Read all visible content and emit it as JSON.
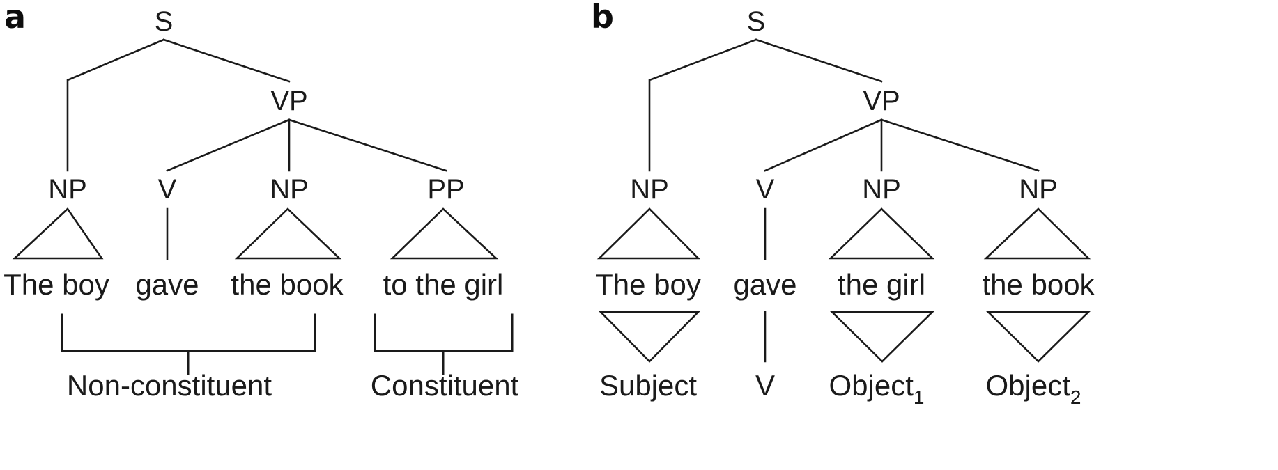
{
  "figure": {
    "background_color": "#ffffff",
    "line_color": "#1a1a1a",
    "text_color": "#1a1a1a"
  },
  "panels": [
    {
      "letter": "a",
      "root_label": "S",
      "vp_label": "VP",
      "nodes": [
        {
          "label": "NP"
        },
        {
          "label": "V"
        },
        {
          "label": "NP"
        },
        {
          "label": "PP"
        }
      ],
      "words": [
        "The boy",
        "gave",
        "the book",
        "to the girl"
      ],
      "brackets": [
        {
          "label": "Non-constituent"
        },
        {
          "label": "Constituent"
        }
      ]
    },
    {
      "letter": "b",
      "root_label": "S",
      "vp_label": "VP",
      "nodes": [
        {
          "label": "NP"
        },
        {
          "label": "V"
        },
        {
          "label": "NP"
        },
        {
          "label": "NP"
        }
      ],
      "words": [
        "The boy",
        "gave",
        "the girl",
        "the book"
      ],
      "roles": [
        {
          "base": "Subject",
          "sub": ""
        },
        {
          "base": "V",
          "sub": ""
        },
        {
          "base": "Object",
          "sub": "1"
        },
        {
          "base": "Object",
          "sub": "2"
        }
      ]
    }
  ]
}
